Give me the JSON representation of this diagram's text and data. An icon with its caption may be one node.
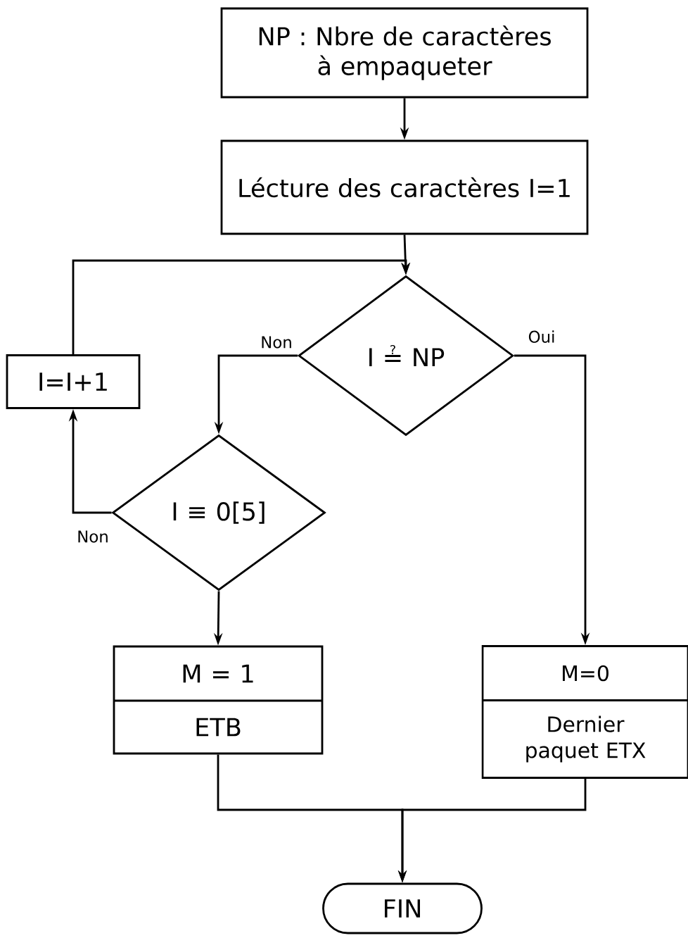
{
  "diagram": {
    "nodes": [
      {
        "text": [
          "NP : Nbre de caractères à empaqueter"
        ]
      },
      {
        "text": [
          "Lécture des caractères I=1"
        ]
      },
      {
        "text": [
          "I ≟ NP"
        ]
      },
      {
        "text": [
          "I=I+1"
        ]
      },
      {
        "text": [
          "I ≡ 0[5]"
        ]
      },
      {
        "text": [
          "M = 1",
          "ETB"
        ]
      },
      {
        "text": [
          "M=0",
          "Dernier paquet ETX"
        ]
      },
      {
        "text": [
          "FIN"
        ]
      }
    ],
    "edges": [
      {
        "from": 0,
        "to": 1,
        "arrow": "to"
      },
      {
        "from": 1,
        "to": 2,
        "arrow": "to"
      },
      {
        "from": 2,
        "to": 4,
        "arrow": "to",
        "label": "Non"
      },
      {
        "from": 2,
        "to": 6,
        "arrow": "to",
        "label": "Oui"
      },
      {
        "from": 4,
        "to": 3,
        "arrow": "to",
        "label": "Non"
      },
      {
        "from": 3,
        "to": 2,
        "arrow": "to"
      },
      {
        "from": 4,
        "to": 5,
        "arrow": "to"
      },
      {
        "from": 5,
        "to": 7,
        "arrow": "to"
      },
      {
        "from": 6,
        "to": 7,
        "arrow": "to"
      }
    ]
  }
}
